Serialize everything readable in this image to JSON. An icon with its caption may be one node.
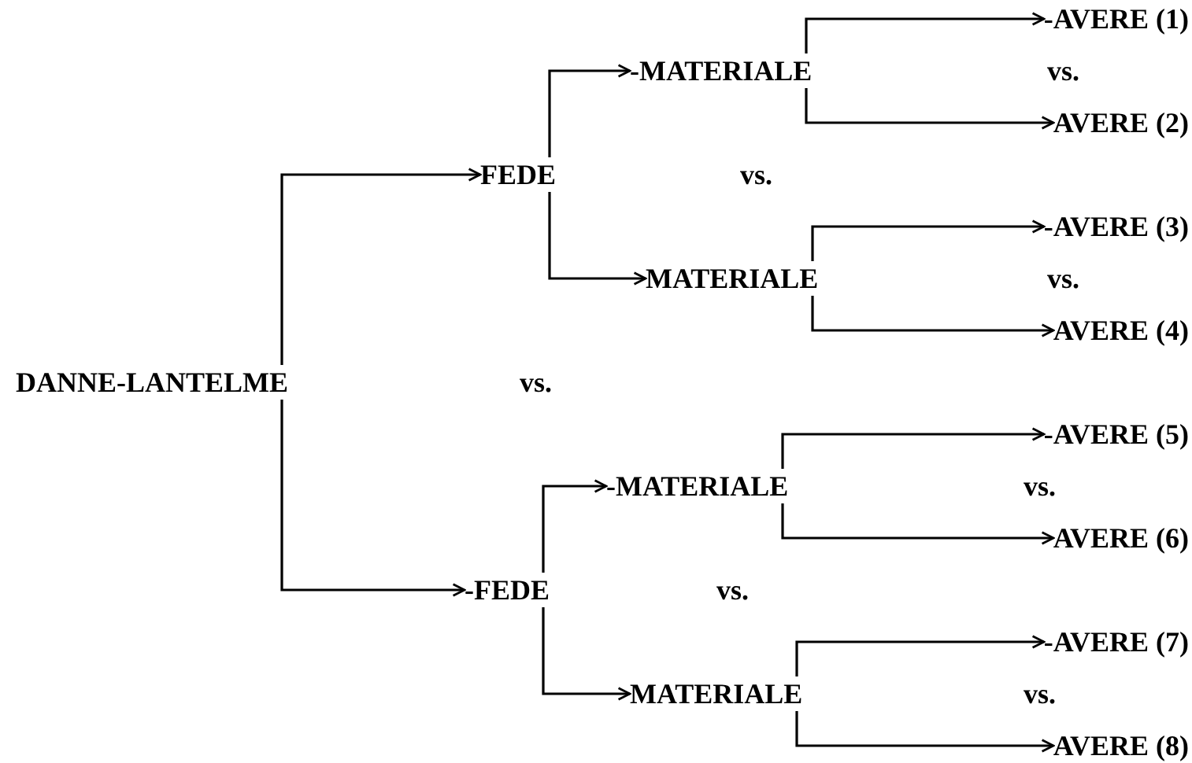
{
  "diagram": {
    "nodes": [
      {
        "text": [
          "DANNE-LANTELME"
        ]
      },
      {
        "text": [
          "FEDE"
        ]
      },
      {
        "text": [
          "-MATERIALE"
        ]
      },
      {
        "text": [
          "-AVERE (1)"
        ]
      },
      {
        "text": [
          "AVERE (2)"
        ]
      },
      {
        "text": [
          "MATERIALE"
        ]
      },
      {
        "text": [
          "-AVERE (3)"
        ]
      },
      {
        "text": [
          "AVERE (4)"
        ]
      },
      {
        "text": [
          "-FEDE"
        ]
      },
      {
        "text": [
          "-MATERIALE"
        ]
      },
      {
        "text": [
          "-AVERE (5)"
        ]
      },
      {
        "text": [
          "AVERE (6)"
        ]
      },
      {
        "text": [
          "MATERIALE"
        ]
      },
      {
        "text": [
          "-AVERE (7)"
        ]
      },
      {
        "text": [
          "AVERE (8)"
        ]
      }
    ],
    "edges": [
      {
        "from": 0,
        "to": 1,
        "arrow": "to"
      },
      {
        "from": 0,
        "to": 8,
        "arrow": "to"
      },
      {
        "from": 1,
        "to": 2,
        "arrow": "to"
      },
      {
        "from": 1,
        "to": 5,
        "arrow": "to"
      },
      {
        "from": 2,
        "to": 3,
        "arrow": "to"
      },
      {
        "from": 2,
        "to": 4,
        "arrow": "to"
      },
      {
        "from": 5,
        "to": 6,
        "arrow": "to"
      },
      {
        "from": 5,
        "to": 7,
        "arrow": "to"
      },
      {
        "from": 8,
        "to": 9,
        "arrow": "to"
      },
      {
        "from": 8,
        "to": 12,
        "arrow": "to"
      },
      {
        "from": 9,
        "to": 10,
        "arrow": "to"
      },
      {
        "from": 9,
        "to": 11,
        "arrow": "to"
      },
      {
        "from": 12,
        "to": 13,
        "arrow": "to"
      },
      {
        "from": 12,
        "to": 14,
        "arrow": "to"
      }
    ],
    "labels": [
      "vs.",
      "vs.",
      "vs.",
      "vs.",
      "vs.",
      "vs.",
      "vs."
    ]
  }
}
